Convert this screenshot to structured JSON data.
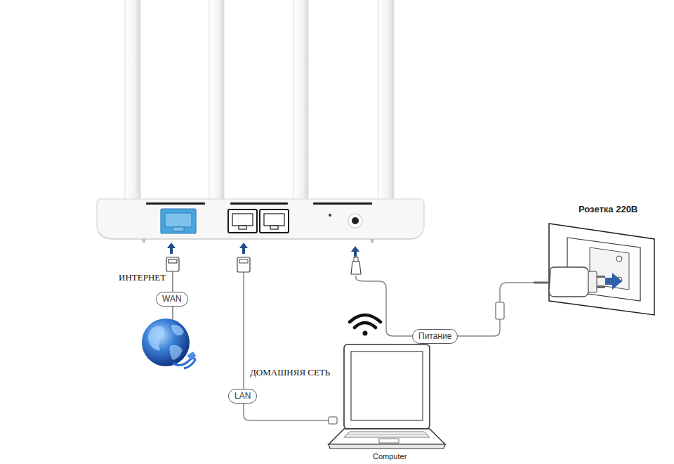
{
  "diagram": {
    "nodes": [
      {
        "text": [
          "WAN"
        ]
      },
      {
        "text": [
          "LAN"
        ]
      },
      {
        "text": [
          "Питание"
        ]
      }
    ],
    "labels": [
      "ИНТЕРНЕТ",
      "ДОМАШНЯЯ СЕТЬ",
      "Розетка 220В",
      "Computer"
    ]
  }
}
